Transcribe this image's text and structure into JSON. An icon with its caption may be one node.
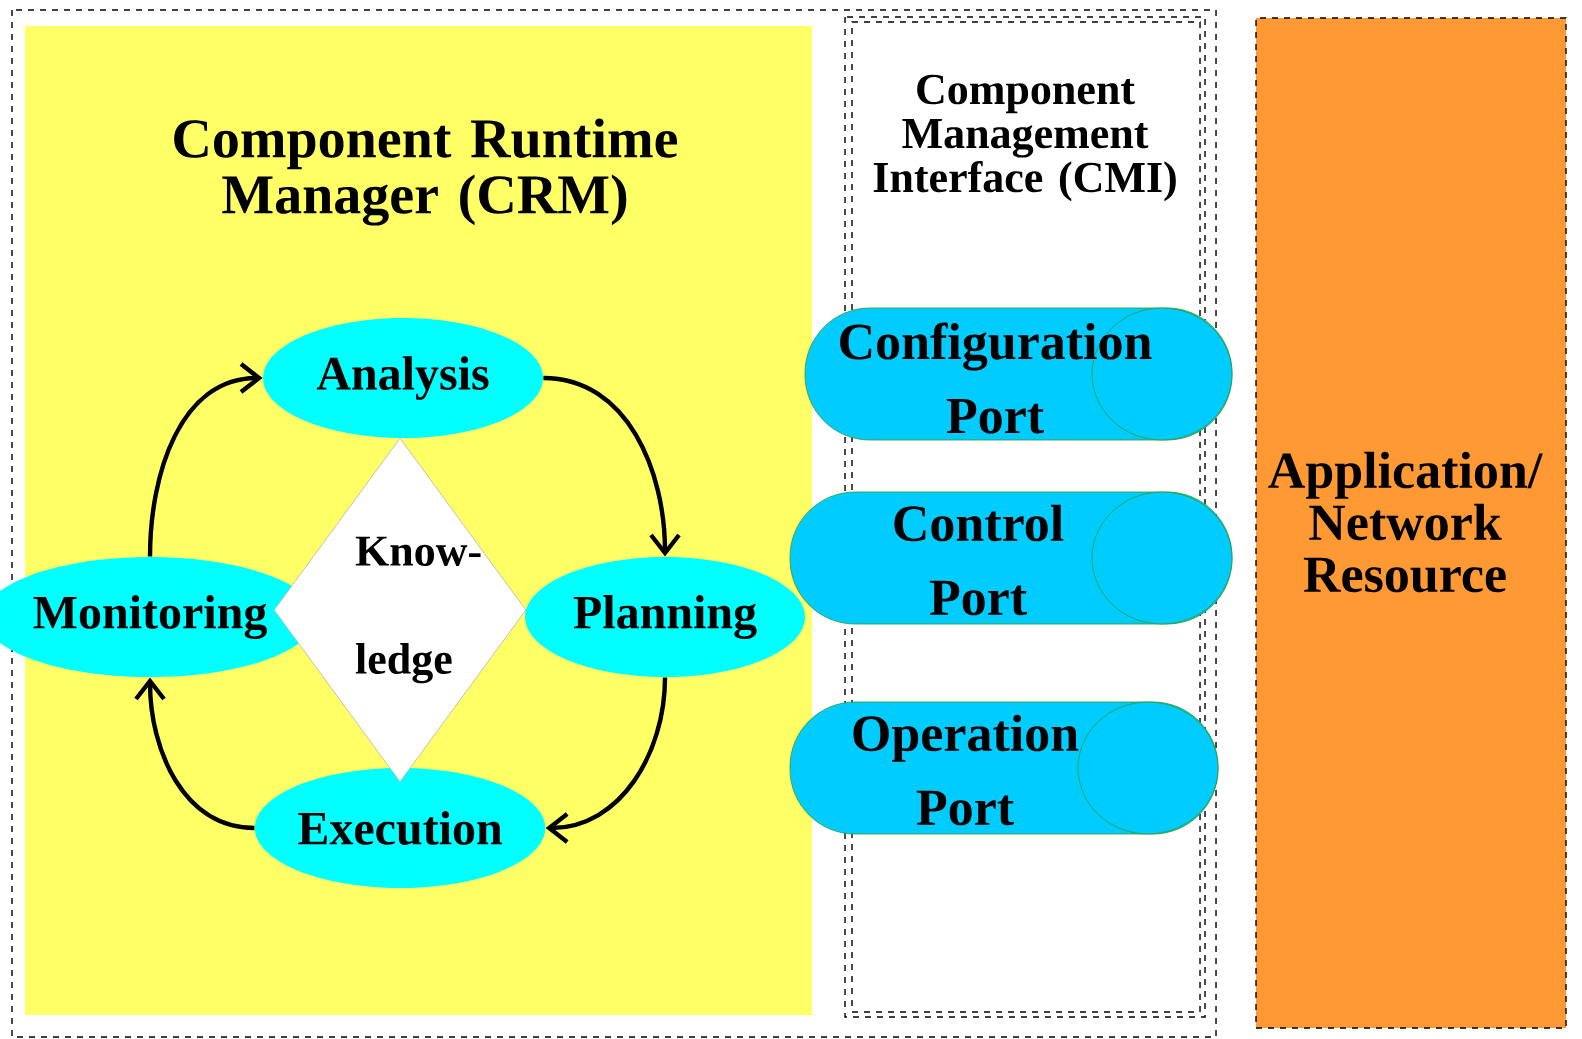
{
  "diagram": {
    "nodes": [
      {
        "text": [
          "Component Runtime Manager (CRM)"
        ]
      },
      {
        "text": [
          "Analysis"
        ],
        "in": 0
      },
      {
        "text": [
          "Planning"
        ],
        "in": 0
      },
      {
        "text": [
          "Execution"
        ],
        "in": 0
      },
      {
        "text": [
          "Monitoring"
        ],
        "in": 0
      },
      {
        "text": [
          "Know- ledge"
        ],
        "in": 0
      },
      {
        "text": [
          "Component Management Interface (CMI)"
        ]
      },
      {
        "text": [
          "Configuration Port"
        ]
      },
      {
        "text": [
          "Control Port"
        ]
      },
      {
        "text": [
          "Operation Port"
        ]
      },
      {
        "text": [
          "Application/ Network Resource"
        ]
      }
    ],
    "edges": [
      {
        "from": 4,
        "to": 1,
        "arrow": "to"
      },
      {
        "from": 1,
        "to": 2,
        "arrow": "to"
      },
      {
        "from": 2,
        "to": 3,
        "arrow": "to"
      },
      {
        "from": 3,
        "to": 4,
        "arrow": "to"
      }
    ]
  }
}
